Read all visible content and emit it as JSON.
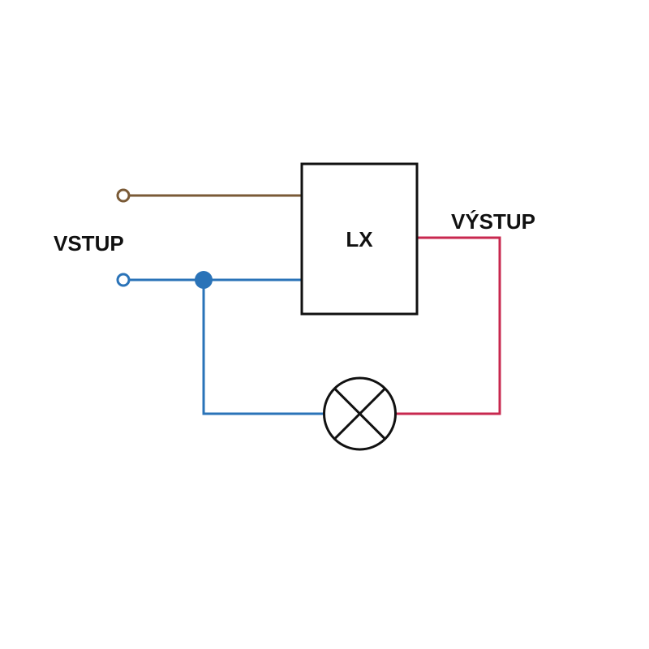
{
  "labels": {
    "input": "VSTUP",
    "output": "VÝSTUP",
    "device": "LX"
  },
  "colors": {
    "brown_wire": "#7a5a36",
    "blue_wire": "#2a73b8",
    "red_wire": "#c8284f",
    "outline": "#111111",
    "background": "#ffffff"
  },
  "components": {
    "device": "lx-box",
    "load": "lamp-icon",
    "junction": "junction-dot",
    "terminals": [
      "brown-terminal",
      "blue-terminal"
    ]
  }
}
